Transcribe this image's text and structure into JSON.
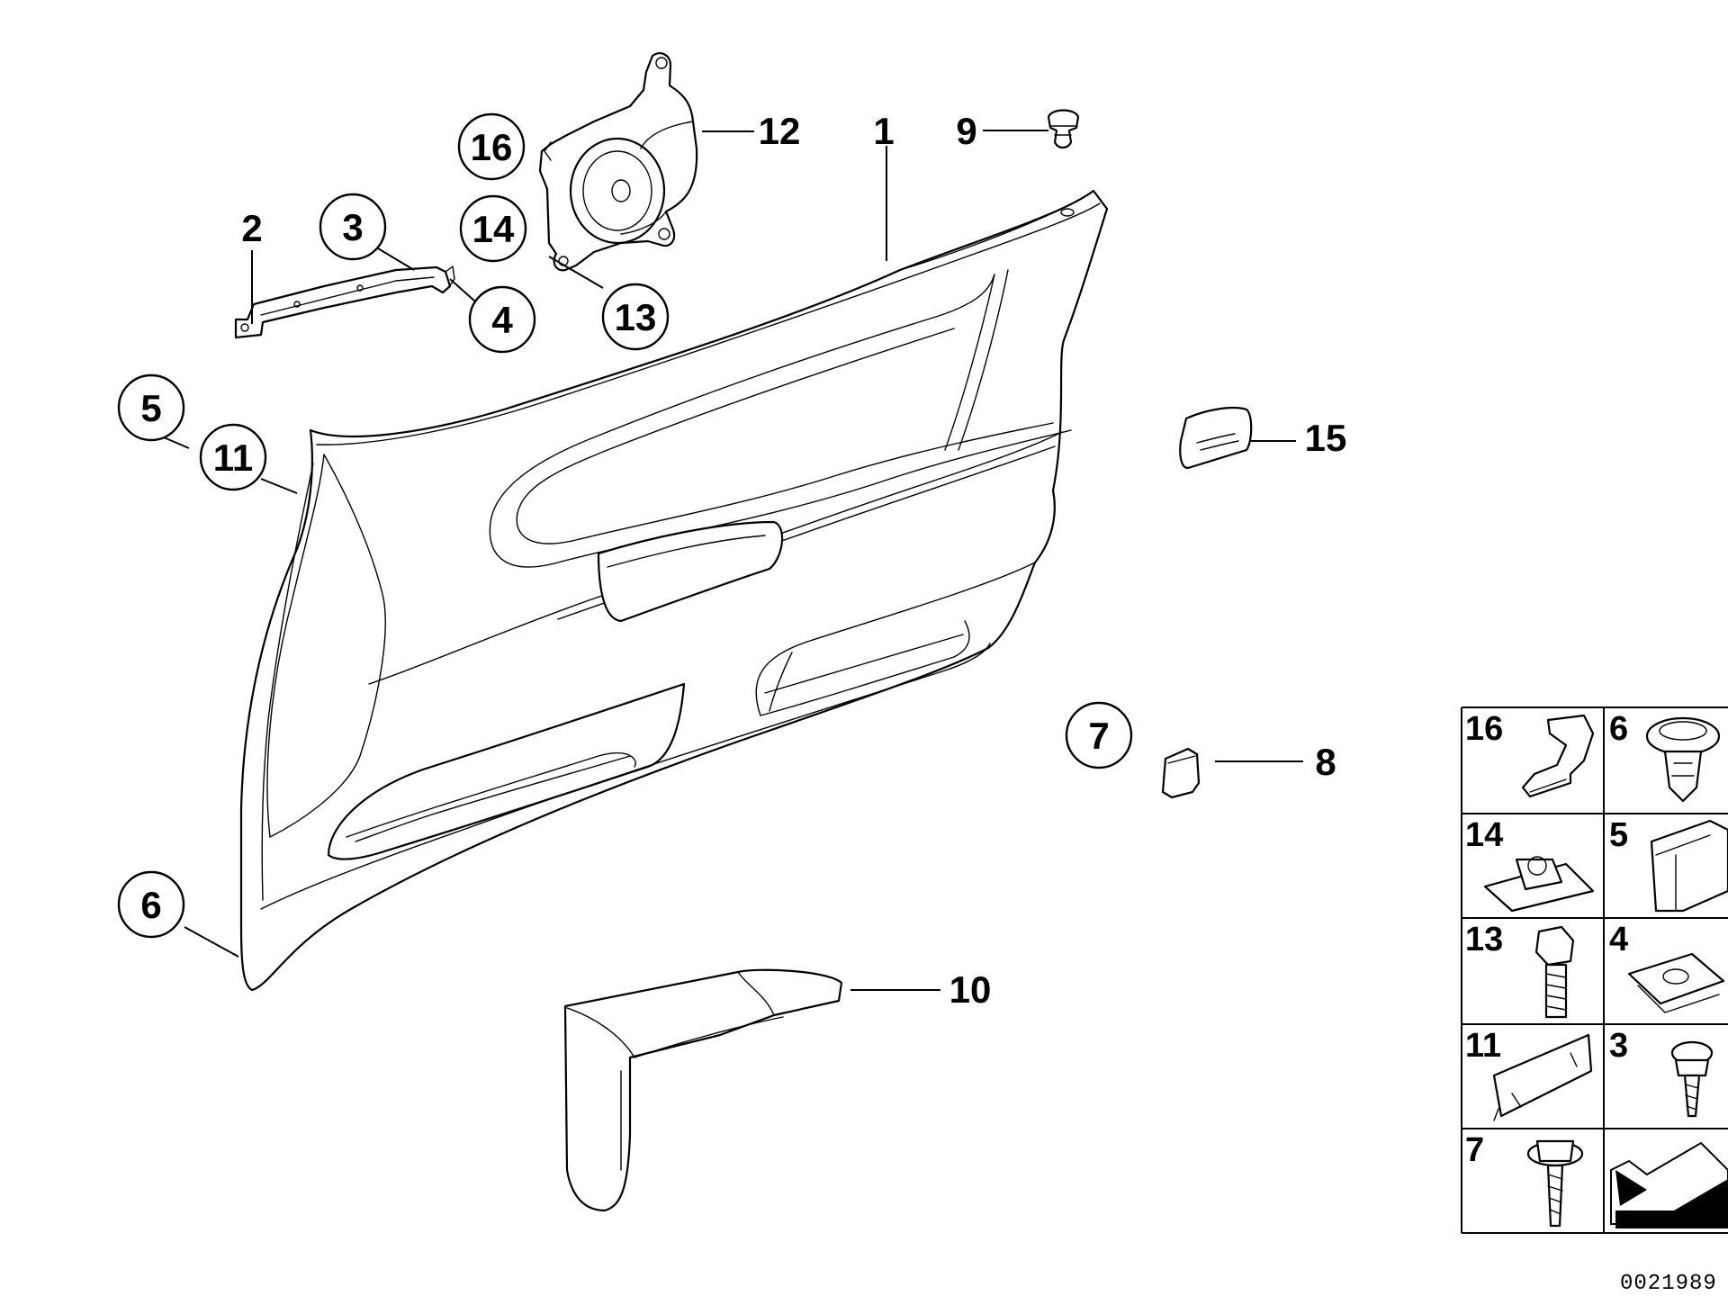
{
  "diagram": {
    "catalog_number": "0021989",
    "callouts": [
      {
        "id": "c1",
        "label": "1"
      },
      {
        "id": "c2",
        "label": "2"
      },
      {
        "id": "c3",
        "label": "3"
      },
      {
        "id": "c4",
        "label": "4"
      },
      {
        "id": "c5",
        "label": "5"
      },
      {
        "id": "c6",
        "label": "6"
      },
      {
        "id": "c7",
        "label": "7"
      },
      {
        "id": "c8",
        "label": "8"
      },
      {
        "id": "c9",
        "label": "9"
      },
      {
        "id": "c10",
        "label": "10"
      },
      {
        "id": "c11",
        "label": "11"
      },
      {
        "id": "c12",
        "label": "12"
      },
      {
        "id": "c13",
        "label": "13"
      },
      {
        "id": "c14",
        "label": "14"
      },
      {
        "id": "c15",
        "label": "15"
      },
      {
        "id": "c16",
        "label": "16"
      }
    ],
    "hardware_grid": [
      {
        "label": "16",
        "icon": "clip-bracket-icon"
      },
      {
        "label": "6",
        "icon": "expanding-rivet-icon"
      },
      {
        "label": "14",
        "icon": "clip-nut-icon"
      },
      {
        "label": "5",
        "icon": "edge-clip-icon"
      },
      {
        "label": "13",
        "icon": "hex-bolt-icon"
      },
      {
        "label": "4",
        "icon": "spring-nut-icon"
      },
      {
        "label": "11",
        "icon": "retainer-clip-icon"
      },
      {
        "label": "3",
        "icon": "screw-icon"
      },
      {
        "label": "7",
        "icon": "washer-screw-icon"
      },
      {
        "label": "",
        "icon": "direction-arrow-icon"
      }
    ]
  }
}
